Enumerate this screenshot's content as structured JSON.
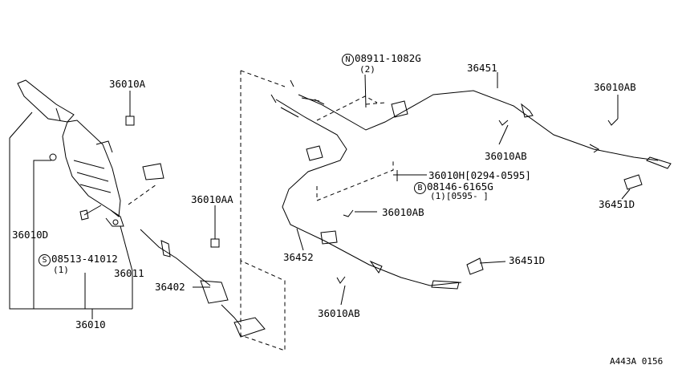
{
  "diagram": {
    "code": "A443A 0156",
    "labels": {
      "p36010A": "36010A",
      "p36010D": "36010D",
      "s_prefix": "S",
      "s_part": "08513-41012",
      "s_qty": "(1)",
      "p36011": "36011",
      "p36010": "36010",
      "p36010AA": "36010AA",
      "p36402": "36402",
      "n_prefix": "N",
      "n_part": "08911-1082G",
      "n_qty": "(2)",
      "p36451": "36451",
      "p36010AB_1": "36010AB",
      "p36010AB_2": "36010AB",
      "p36010AB_3": "36010AB",
      "p36010AB_4": "36010AB",
      "p36010H": "36010H[0294-0595]",
      "b_prefix": "B",
      "b_part": "08146-6165G",
      "b_qty": "(1)[0595-   ]",
      "p36451D_1": "36451D",
      "p36451D_2": "36451D",
      "p36452": "36452"
    }
  }
}
